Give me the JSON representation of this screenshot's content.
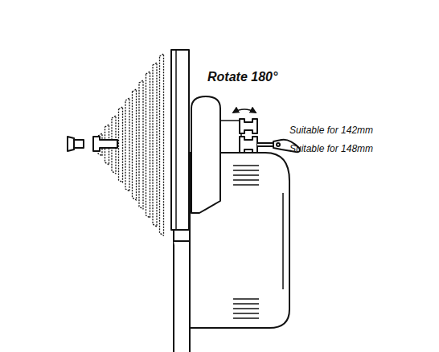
{
  "diagram": {
    "labels": [
      "Rotate 180°",
      "Suitable for 142mm",
      "Suitable for 148mm"
    ]
  }
}
